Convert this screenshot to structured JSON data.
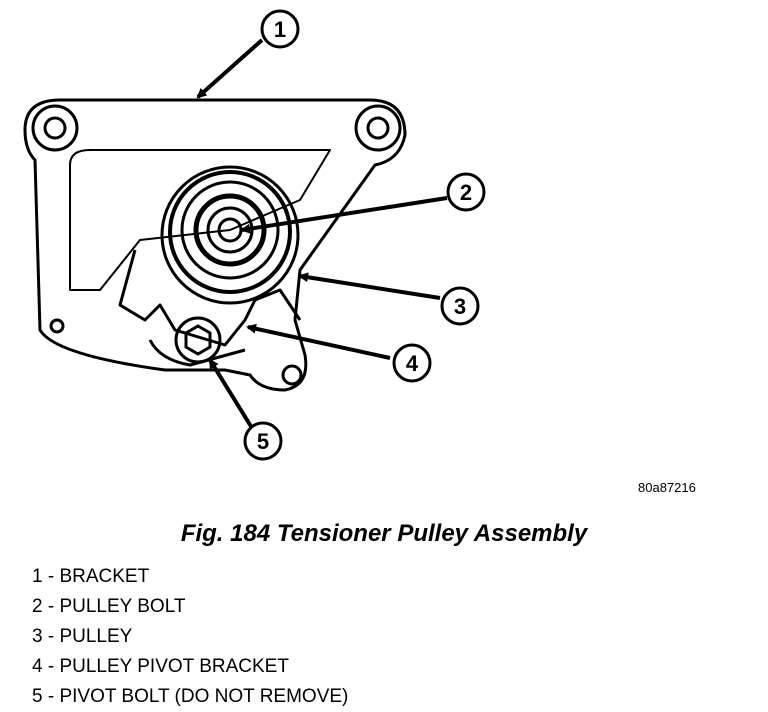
{
  "figure": {
    "caption": "Fig. 184 Tensioner Pulley Assembly",
    "drawing_id": "80a87216"
  },
  "callouts": [
    "1",
    "2",
    "3",
    "4",
    "5"
  ],
  "legend": [
    "1 - BRACKET",
    "2 - PULLEY BOLT",
    "3 - PULLEY",
    "4 - PULLEY PIVOT BRACKET",
    "5 - PIVOT BOLT (DO NOT REMOVE)"
  ]
}
